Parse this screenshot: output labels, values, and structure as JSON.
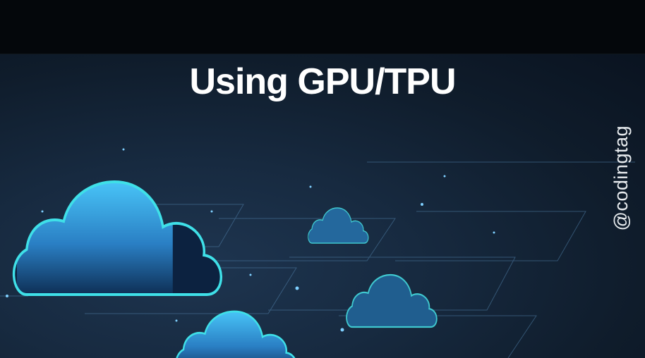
{
  "header": {
    "title": "Using GPU/TPU"
  },
  "watermark": {
    "handle": "@codingtag"
  },
  "illustration": {
    "subject": "cloud-computing",
    "colors": {
      "accent": "#3fe0e8",
      "cloud_light": "#3fb4f0",
      "cloud_dark": "#0d2a4a",
      "background": "#14263a"
    }
  }
}
